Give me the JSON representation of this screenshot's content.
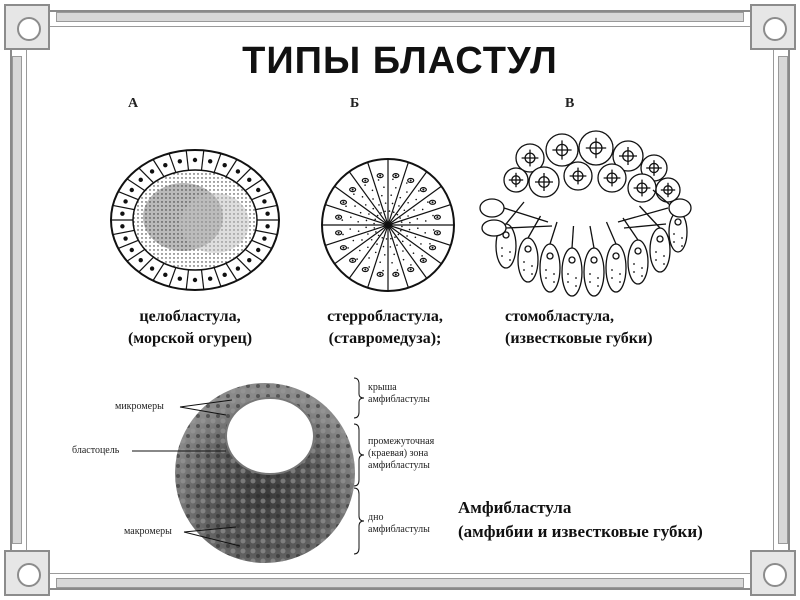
{
  "title": "ТИПЫ БЛАСТУЛ",
  "panels": [
    {
      "letter": "А",
      "caption_line1": "целобластула,",
      "caption_line2": "(морской огурец)"
    },
    {
      "letter": "Б",
      "caption_line1": "стерробластула,",
      "caption_line2": "(ставромедуза);"
    },
    {
      "letter": "В",
      "caption_line1": "стомобластула,",
      "caption_line2": "(известковые губки)"
    }
  ],
  "amphiblastula": {
    "labels_left": {
      "micromeres": "микромеры",
      "blastocoel": "бластоцель",
      "macromeres": "макромеры"
    },
    "labels_right": {
      "roof_line1": "крыша",
      "roof_line2": "амфибластулы",
      "middle_line1": "промежуточная",
      "middle_line2": "(краевая) зона",
      "middle_line3": "амфибластулы",
      "bottom_line1": "дно",
      "bottom_line2": "амфибластулы"
    },
    "caption_line1": "Амфибластула",
    "caption_line2": "(амфибии и известковые губки)"
  }
}
